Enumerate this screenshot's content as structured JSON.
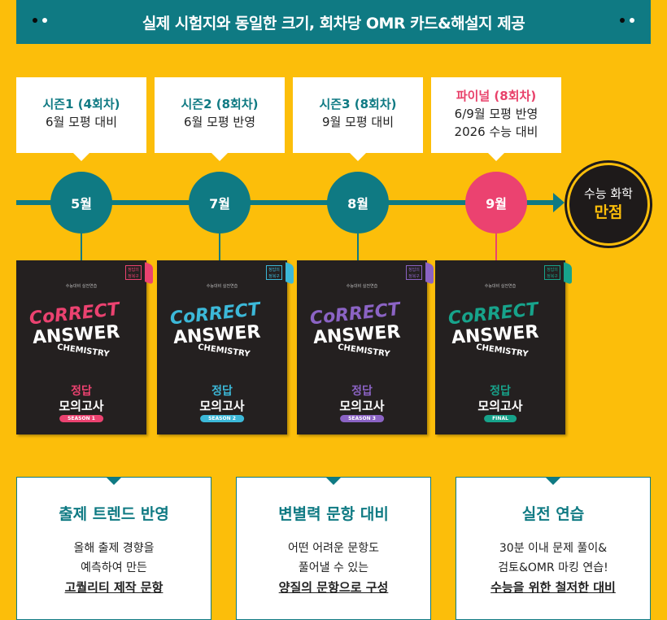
{
  "banner": {
    "text": "실제 시험지와 동일한 크기, 회차당 OMR 카드&해설지 제공"
  },
  "seasons": [
    {
      "title": "시즌1 (4회차)",
      "line1": "6월 모평 대비",
      "line2": "",
      "month": "5월",
      "badge": "SEASON 1",
      "color": "#EB4270"
    },
    {
      "title": "시즌2 (8회차)",
      "line1": "6월 모평 반영",
      "line2": "",
      "month": "7월",
      "badge": "SEASON 2",
      "color": "#3CB8D8"
    },
    {
      "title": "시즌3 (8회차)",
      "line1": "9월 모평 대비",
      "line2": "",
      "month": "8월",
      "badge": "SEASON 3",
      "color": "#8B63C4"
    },
    {
      "title": "파이널 (8회차)",
      "line1": "6/9월 모평 반영",
      "line2": "2026 수능 대비",
      "month": "9월",
      "badge": "FINAL",
      "color": "#17A38B"
    }
  ],
  "goal": {
    "line1": "수능 화학",
    "line2": "만점"
  },
  "book": {
    "stamp_label": "정답의 정복구",
    "small_text": "수능대비 실전연습",
    "logo_line1": "CoRRECT",
    "logo_line2": "ANSWER",
    "logo_line3": "CHEMISTRY",
    "title1": "정답",
    "title2": "모의고사"
  },
  "features": [
    {
      "title": "출제 트렌드 반영",
      "line1": "올해 출제 경향을",
      "line2": "예측하여 만든",
      "bold": "고퀄리티 제작 문항"
    },
    {
      "title": "변별력 문항 대비",
      "line1": "어떤 어려운 문항도",
      "line2": "풀어낼 수 있는",
      "bold": "양질의 문항으로 구성"
    },
    {
      "title": "실전 연습",
      "line1": "30분 이내 문제 풀이&",
      "line2": "검토&OMR 마킹 연습!",
      "bold": "수능을 위한 철저한 대비"
    }
  ]
}
